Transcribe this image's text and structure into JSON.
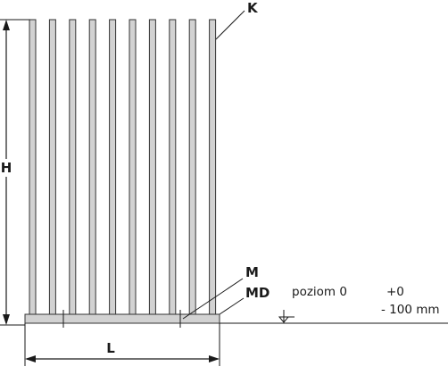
{
  "diagram": {
    "labels": {
      "k": "K",
      "h": "H",
      "l": "L",
      "m": "M",
      "md": "MD",
      "level_name": "poziom 0",
      "level_plus": "+0",
      "level_minus": "- 100 mm"
    },
    "bar_count": 10,
    "colors": {
      "bar_fill": "#d2d2d2",
      "outline": "#333333",
      "text": "#1a1a1a"
    }
  }
}
